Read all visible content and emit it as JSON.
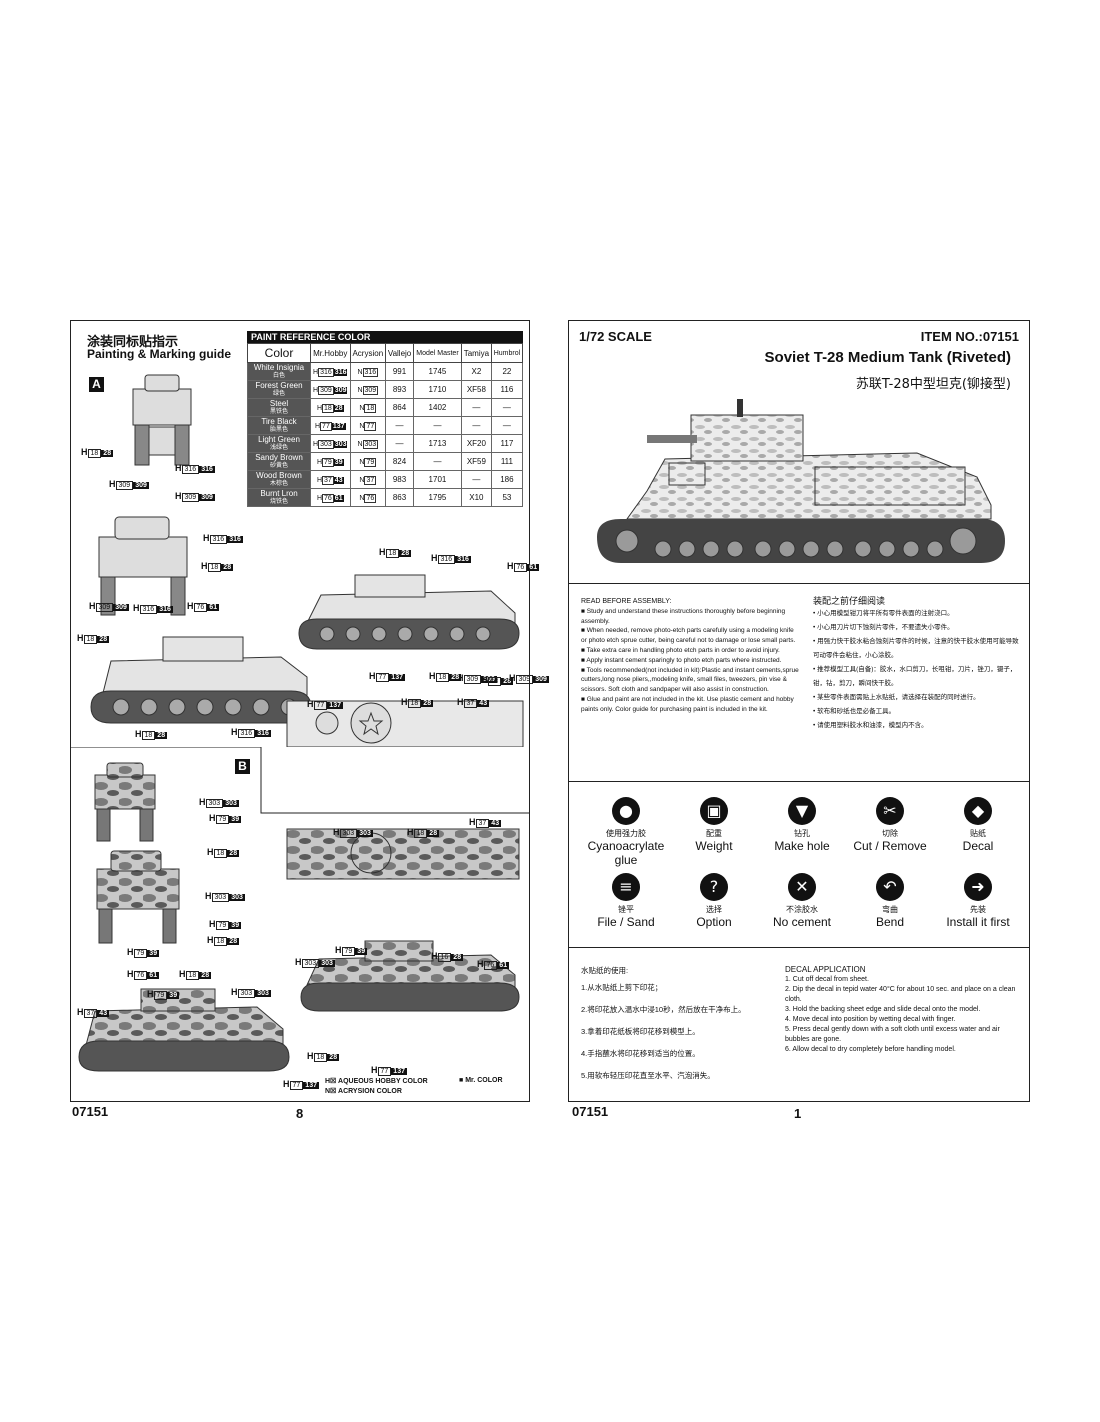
{
  "left_page": {
    "title_cn": "涂装同标贴指示",
    "title_en": "Painting & Marking guide",
    "scheme_a": "A",
    "scheme_b": "B",
    "paint_table": {
      "caption": "PAINT  REFERENCE COLOR",
      "headers": [
        "Color",
        "Mr.Hobby",
        "Acrysion",
        "Vallejo",
        "Model Master",
        "Tamiya",
        "Humbrol"
      ],
      "rows": [
        {
          "name": "White Insignia",
          "cn": "白色",
          "hobby": "316",
          "acry": "316",
          "vallejo": "991",
          "mm": "1745",
          "tamiya": "X2",
          "humbrol": "22"
        },
        {
          "name": "Forest Green",
          "cn": "绿色",
          "hobby": "309",
          "acry": "309",
          "vallejo": "893",
          "mm": "1710",
          "tamiya": "XF58",
          "humbrol": "116"
        },
        {
          "name": "Steel",
          "cn": "黑铁色",
          "hobby": "18",
          "acry": "18",
          "vallejo": "864",
          "mm": "1402",
          "tamiya": "—",
          "humbrol": "—"
        },
        {
          "name": "Tire Black",
          "cn": "胎黑色",
          "hobby": "77",
          "acry": "77",
          "vallejo": "—",
          "mm": "—",
          "tamiya": "—",
          "humbrol": "—"
        },
        {
          "name": "Light Green",
          "cn": "浅绿色",
          "hobby": "303",
          "acry": "303",
          "vallejo": "—",
          "mm": "1713",
          "tamiya": "XF20",
          "humbrol": "117"
        },
        {
          "name": "Sandy Brown",
          "cn": "砂黄色",
          "hobby": "79",
          "acry": "79",
          "vallejo": "824",
          "mm": "—",
          "tamiya": "XF59",
          "humbrol": "111"
        },
        {
          "name": "Wood Brown",
          "cn": "木棕色",
          "hobby": "37",
          "acry": "37",
          "vallejo": "983",
          "mm": "1701",
          "tamiya": "—",
          "humbrol": "186"
        },
        {
          "name": "Burnt Lron",
          "cn": "烧铁色",
          "hobby": "76",
          "acry": "76",
          "vallejo": "863",
          "mm": "1795",
          "tamiya": "X10",
          "humbrol": "53"
        }
      ],
      "hobby_sub": {
        "316": "316",
        "309": "309",
        "18": "28",
        "77": "137",
        "303": "303",
        "79": "39",
        "37": "43",
        "76": "61"
      }
    },
    "callouts_a": [
      {
        "n": "18",
        "b": "28"
      },
      {
        "n": "316",
        "b": "316"
      },
      {
        "n": "309",
        "b": "309"
      },
      {
        "n": "309",
        "b": "309"
      },
      {
        "n": "316",
        "b": "316"
      },
      {
        "n": "18",
        "b": "28"
      },
      {
        "n": "18",
        "b": "28"
      },
      {
        "n": "309",
        "b": "309"
      },
      {
        "n": "316",
        "b": "316"
      },
      {
        "n": "76",
        "b": "61"
      },
      {
        "n": "76",
        "b": "61"
      },
      {
        "n": "316",
        "b": "316"
      },
      {
        "n": "18",
        "b": "28"
      },
      {
        "n": "309",
        "b": "309"
      },
      {
        "n": "18",
        "b": "28"
      },
      {
        "n": "77",
        "b": "137"
      },
      {
        "n": "18",
        "b": "28"
      },
      {
        "n": "309",
        "b": "309"
      },
      {
        "n": "77",
        "b": "137"
      },
      {
        "n": "18",
        "b": "28"
      },
      {
        "n": "37",
        "b": "43"
      },
      {
        "n": "18",
        "b": "28"
      },
      {
        "n": "316",
        "b": "316"
      }
    ],
    "callouts_b": [
      {
        "n": "303",
        "b": "303"
      },
      {
        "n": "79",
        "b": "39"
      },
      {
        "n": "18",
        "b": "28"
      },
      {
        "n": "303",
        "b": "303"
      },
      {
        "n": "18",
        "b": "28"
      },
      {
        "n": "37",
        "b": "43"
      },
      {
        "n": "303",
        "b": "303"
      },
      {
        "n": "79",
        "b": "39"
      },
      {
        "n": "18",
        "b": "28"
      },
      {
        "n": "79",
        "b": "39"
      },
      {
        "n": "79",
        "b": "39"
      },
      {
        "n": "16",
        "b": "28"
      },
      {
        "n": "303",
        "b": "303"
      },
      {
        "n": "76",
        "b": "61"
      },
      {
        "n": "76",
        "b": "61"
      },
      {
        "n": "18",
        "b": "28"
      },
      {
        "n": "79",
        "b": "39"
      },
      {
        "n": "303",
        "b": "303"
      },
      {
        "n": "37",
        "b": "43"
      },
      {
        "n": "18",
        "b": "28"
      },
      {
        "n": "77",
        "b": "137"
      },
      {
        "n": "77",
        "b": "137"
      }
    ],
    "legend_aqueous": "AQUEOUS HOBBY COLOR",
    "legend_acrysion": "ACRYSION COLOR",
    "legend_mr": "Mr. COLOR",
    "footer_code": "07151",
    "page_number": "8"
  },
  "right_page": {
    "scale": "1/72 SCALE",
    "item_no": "ITEM NO.:07151",
    "title_en": "Soviet T-28 Medium Tank (Riveted)",
    "title_cn": "苏联T-28中型坦克(铆接型)",
    "read_before": {
      "heading": "READ BEFORE ASSEMBLY:",
      "items": [
        "Study and understand these instructions thoroughly before beginning assembly.",
        "When needed, remove photo-etch parts carefully using a modeling knife or photo etch sprue cutter, being careful not to damage or lose small parts.",
        "Take extra care in handling photo etch parts in order to avoid injury.",
        "Apply instant cement sparingly to photo etch parts where instructed.",
        "Tools recommended(not included in kit):Plastic and instant cements,sprue cutters,long nose pliers,,modeling knife, small files, tweezers, pin vise & scissors. Soft cloth and sandpaper will also assist in construction.",
        "Glue and paint are not included in the kit. Use plastic cement and hobby paints only. Color guide for purchasing paint is included in the kit."
      ]
    },
    "read_before_cn": {
      "heading": "装配之前仔细阅读",
      "items": [
        "小心用模型钳刀将平所有零件表面的注射浇口。",
        "小心用刀片切下蚀刻片零件，不要遗失小零件。",
        "用强力快干胶水粘合蚀刻片零件的时候，注意的快干胶水使用可能导致可动零件会粘住，小心涂胶。",
        "推荐模型工具(自备)：胶水，水口剪刀，长咀钳，刀片，锉刀，镊子，钳，钻，剪刀，瞬间快干胶。",
        "某些零件表面需贴上水贴纸，请选择在装配的同时进行。",
        "软布和砂纸也是必备工具。",
        "请使用塑料胶水和油漆，模型内不含。"
      ]
    },
    "symbols": [
      {
        "icon": "glue-icon",
        "glyph": "●",
        "cn": "使用强力胶",
        "en": "Cyanoacrylate glue"
      },
      {
        "icon": "weight-icon",
        "glyph": "▣",
        "cn": "配重",
        "en": "Weight"
      },
      {
        "icon": "drill-icon",
        "glyph": "▼",
        "cn": "钻孔",
        "en": "Make hole"
      },
      {
        "icon": "cut-icon",
        "glyph": "✂",
        "cn": "切除",
        "en": "Cut / Remove"
      },
      {
        "icon": "decal-icon",
        "glyph": "◆",
        "cn": "贴纸",
        "en": "Decal"
      },
      {
        "icon": "file-icon",
        "glyph": "≡",
        "cn": "锉平",
        "en": "File / Sand"
      },
      {
        "icon": "option-icon",
        "glyph": "?",
        "cn": "选择",
        "en": "Option"
      },
      {
        "icon": "no-cement-icon",
        "glyph": "✕",
        "cn": "不涂胶水",
        "en": "No cement"
      },
      {
        "icon": "bend-icon",
        "glyph": "↶",
        "cn": "弯曲",
        "en": "Bend"
      },
      {
        "icon": "install-first-icon",
        "glyph": "➜",
        "cn": "先装",
        "en": "Install it first"
      }
    ],
    "decal_cn": {
      "heading": "水贴纸的使用:",
      "items": [
        "1.从水贴纸上剪下印花；",
        "2.将印花放入温水中浸10秒，然后放在干净布上。",
        "3.拿着印花纸板将印花移到模型上。",
        "4.手指蘸水将印花移到适当的位置。",
        "5.用软布轻压印花直至水平、汽泡消失。"
      ]
    },
    "decal_en": {
      "heading": "DECAL APPLICATION",
      "items": [
        "1. Cut off decal from sheet.",
        "2. Dip the decal in tepid water 40°C for about 10 sec. and place on a clean cloth.",
        "3. Hold the backing sheet edge and slide decal onto the model.",
        "4. Move decal into position by wetting decal with finger.",
        "5. Press decal gently down with a soft cloth until excess water and air bubbles are gone.",
        "6. Allow decal to dry completely before handling model."
      ]
    },
    "footer_code": "07151",
    "page_number": "1"
  }
}
